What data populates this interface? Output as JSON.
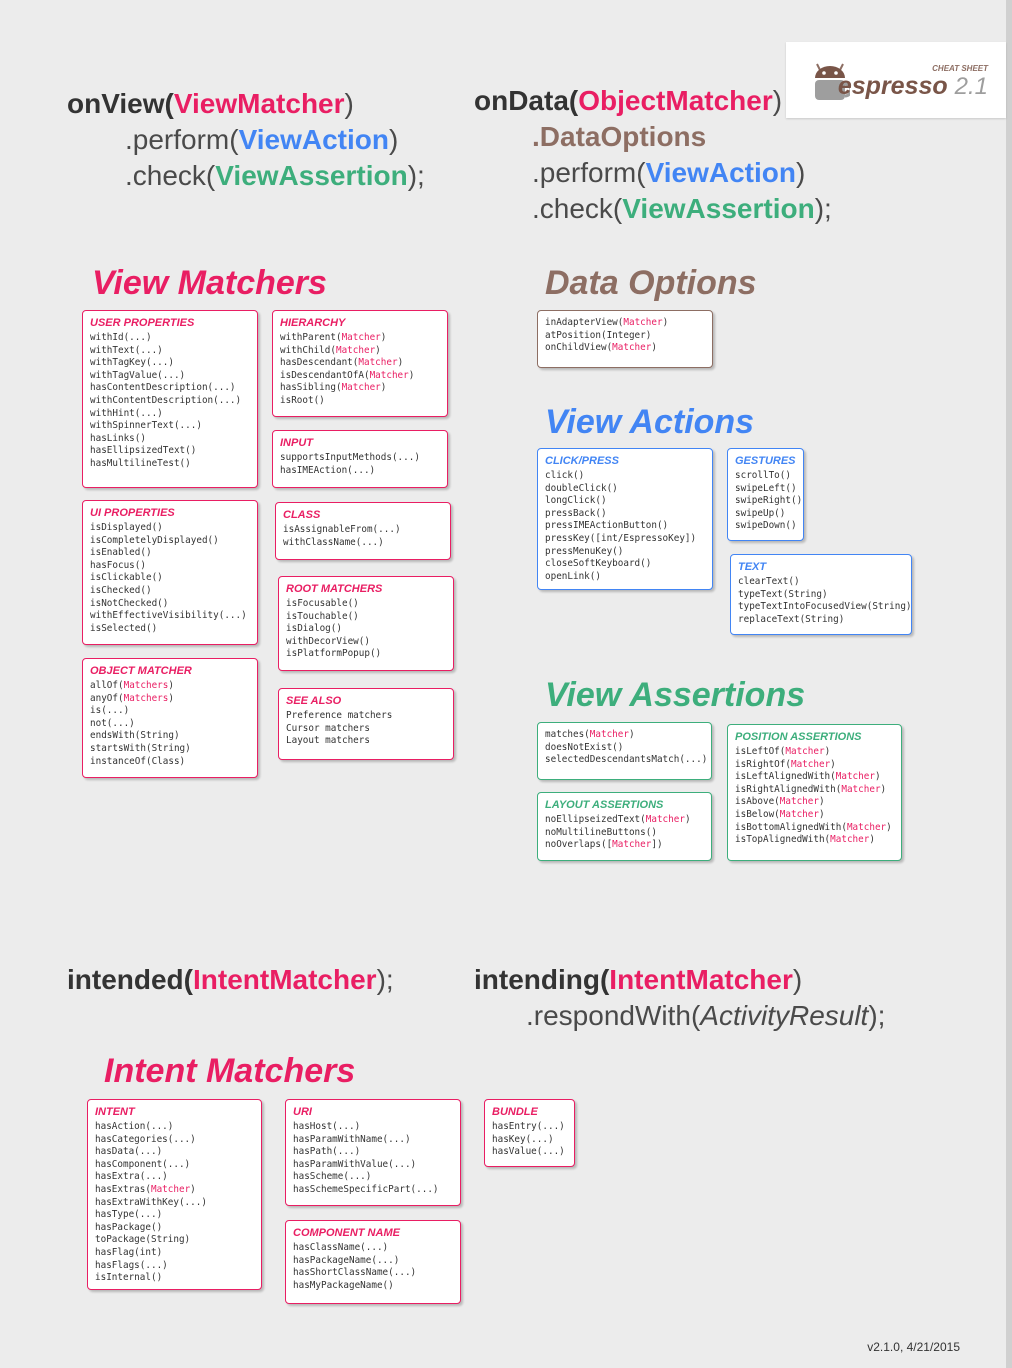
{
  "logo": {
    "cheat_sheet": "CHEAT SHEET",
    "brand": "espresso",
    "version": "2.1"
  },
  "code": {
    "onview": {
      "fn": "onView(",
      "arg": "ViewMatcher",
      "close": ")"
    },
    "onview_perform": {
      "pre": ".perform(",
      "arg": "ViewAction",
      "post": ")"
    },
    "onview_check": {
      "pre": ".check(",
      "arg": "ViewAssertion",
      "post": ");"
    },
    "ondata": {
      "fn": "onData(",
      "arg": "ObjectMatcher",
      "close": ")"
    },
    "ondata_options": ".DataOptions",
    "ondata_perform": {
      "pre": ".perform(",
      "arg": "ViewAction",
      "post": ")"
    },
    "ondata_check": {
      "pre": ".check(",
      "arg": "ViewAssertion",
      "post": ");"
    },
    "intended": {
      "fn": "intended(",
      "arg": "IntentMatcher",
      "close": ");"
    },
    "intending": {
      "fn": "intending(",
      "arg": "IntentMatcher",
      "close": ")"
    },
    "respond": {
      "pre": ".respondWith(",
      "arg": "ActivityResult",
      "post": ");"
    }
  },
  "titles": {
    "view_matchers": "View Matchers",
    "data_options": "Data Options",
    "view_actions": "View Actions",
    "view_assertions": "View Assertions",
    "intent_matchers": "Intent Matchers"
  },
  "boxes": {
    "user_properties": {
      "title": "USER PROPERTIES",
      "items": [
        [
          "withId(...)"
        ],
        [
          "withText(...)"
        ],
        [
          "withTagKey(...)"
        ],
        [
          "withTagValue(...)"
        ],
        [
          "hasContentDescription(...)"
        ],
        [
          "withContentDescription(...)"
        ],
        [
          "withHint(...)"
        ],
        [
          "withSpinnerText(...)"
        ],
        [
          "hasLinks()"
        ],
        [
          "hasEllipsizedText()"
        ],
        [
          "hasMultilineTest()"
        ]
      ]
    },
    "hierarchy": {
      "title": "HIERARCHY",
      "items": [
        [
          "withParent(",
          "Matcher",
          ")"
        ],
        [
          "withChild(",
          "Matcher",
          ")"
        ],
        [
          "hasDescendant(",
          "Matcher",
          ")"
        ],
        [
          "isDescendantOfA(",
          "Matcher",
          ")"
        ],
        [
          "hasSibling(",
          "Matcher",
          ")"
        ],
        [
          "isRoot()"
        ]
      ]
    },
    "input": {
      "title": "INPUT",
      "items": [
        [
          "supportsInputMethods(...)"
        ],
        [
          "hasIMEAction(...)"
        ]
      ]
    },
    "class": {
      "title": "CLASS",
      "items": [
        [
          "isAssignableFrom(...)"
        ],
        [
          "withClassName(...)"
        ]
      ]
    },
    "ui_properties": {
      "title": "UI PROPERTIES",
      "items": [
        [
          "isDisplayed()"
        ],
        [
          "isCompletelyDisplayed()"
        ],
        [
          "isEnabled()"
        ],
        [
          "hasFocus()"
        ],
        [
          "isClickable()"
        ],
        [
          "isChecked()"
        ],
        [
          "isNotChecked()"
        ],
        [
          "withEffectiveVisibility(...)"
        ],
        [
          "isSelected()"
        ]
      ]
    },
    "root_matchers": {
      "title": "ROOT MATCHERS",
      "items": [
        [
          "isFocusable()"
        ],
        [
          "isTouchable()"
        ],
        [
          "isDialog()"
        ],
        [
          "withDecorView()"
        ],
        [
          "isPlatformPopup()"
        ]
      ]
    },
    "object_matcher": {
      "title": "OBJECT MATCHER",
      "items": [
        [
          "allOf(",
          "Matchers",
          ")"
        ],
        [
          "anyOf(",
          "Matchers",
          ")"
        ],
        [
          "is(...)"
        ],
        [
          "not(...)"
        ],
        [
          "endsWith(String)"
        ],
        [
          "startsWith(String)"
        ],
        [
          "instanceOf(Class)"
        ]
      ]
    },
    "see_also": {
      "title": "SEE ALSO",
      "items": [
        [
          "Preference matchers"
        ],
        [
          "Cursor matchers"
        ],
        [
          "Layout matchers"
        ]
      ]
    },
    "data_options": {
      "title": "",
      "items": [
        [
          "inAdapterView(",
          "Matcher",
          ")"
        ],
        [
          "atPosition(Integer)"
        ],
        [
          "onChildView(",
          "Matcher",
          ")"
        ]
      ]
    },
    "click_press": {
      "title": "CLICK/PRESS",
      "items": [
        [
          "click()"
        ],
        [
          "doubleClick()"
        ],
        [
          "longClick()"
        ],
        [
          "pressBack()"
        ],
        [
          "pressIMEActionButton()"
        ],
        [
          "pressKey([int/EspressoKey])"
        ],
        [
          "pressMenuKey()"
        ],
        [
          "closeSoftKeyboard()"
        ],
        [
          "openLink()"
        ]
      ]
    },
    "gestures": {
      "title": "GESTURES",
      "items": [
        [
          "scrollTo()"
        ],
        [
          "swipeLeft()"
        ],
        [
          "swipeRight()"
        ],
        [
          "swipeUp()"
        ],
        [
          "swipeDown()"
        ]
      ]
    },
    "text": {
      "title": "TEXT",
      "items": [
        [
          "clearText()"
        ],
        [
          "typeText(String)"
        ],
        [
          "typeTextIntoFocusedView(String)"
        ],
        [
          "replaceText(String)"
        ]
      ]
    },
    "assert_main": {
      "title": "",
      "items": [
        [
          "matches(",
          "Matcher",
          ")"
        ],
        [
          "doesNotExist()"
        ],
        [
          "selectedDescendantsMatch(...)"
        ]
      ]
    },
    "position_assertions": {
      "title": "POSITION ASSERTIONS",
      "items": [
        [
          "isLeftOf(",
          "Matcher",
          ")"
        ],
        [
          "isRightOf(",
          "Matcher",
          ")"
        ],
        [
          "isLeftAlignedWith(",
          "Matcher",
          ")"
        ],
        [
          "isRightAlignedWith(",
          "Matcher",
          ")"
        ],
        [
          "isAbove(",
          "Matcher",
          ")"
        ],
        [
          "isBelow(",
          "Matcher",
          ")"
        ],
        [
          "isBottomAlignedWith(",
          "Matcher",
          ")"
        ],
        [
          "isTopAlignedWith(",
          "Matcher",
          ")"
        ]
      ]
    },
    "layout_assertions": {
      "title": "LAYOUT ASSERTIONS",
      "items": [
        [
          "noEllipseizedText(",
          "Matcher",
          ")"
        ],
        [
          "noMultilineButtons()"
        ],
        [
          "noOverlaps([",
          "Matcher",
          "])"
        ]
      ]
    },
    "intent": {
      "title": "INTENT",
      "items": [
        [
          "hasAction(...)"
        ],
        [
          "hasCategories(...)"
        ],
        [
          "hasData(...)"
        ],
        [
          "hasComponent(...)"
        ],
        [
          "hasExtra(...)"
        ],
        [
          "hasExtras(",
          "Matcher",
          ")"
        ],
        [
          "hasExtraWithKey(...)"
        ],
        [
          "hasType(...)"
        ],
        [
          "hasPackage()"
        ],
        [
          "toPackage(String)"
        ],
        [
          "hasFlag(int)"
        ],
        [
          "hasFlags(...)"
        ],
        [
          "isInternal()"
        ]
      ]
    },
    "uri": {
      "title": "URI",
      "items": [
        [
          "hasHost(...)"
        ],
        [
          "hasParamWithName(...)"
        ],
        [
          "hasPath(...)"
        ],
        [
          "hasParamWithValue(...)"
        ],
        [
          "hasScheme(...)"
        ],
        [
          "hasSchemeSpecificPart(...)"
        ]
      ]
    },
    "bundle": {
      "title": "BUNDLE",
      "items": [
        [
          "hasEntry(...)"
        ],
        [
          "hasKey(...)"
        ],
        [
          "hasValue(...)"
        ]
      ]
    },
    "component_name": {
      "title": "COMPONENT NAME",
      "items": [
        [
          "hasClassName(...)"
        ],
        [
          "hasPackageName(...)"
        ],
        [
          "hasShortClassName(...)"
        ],
        [
          "hasMyPackageName()"
        ]
      ]
    }
  },
  "footer": "v2.1.0, 4/21/2015"
}
